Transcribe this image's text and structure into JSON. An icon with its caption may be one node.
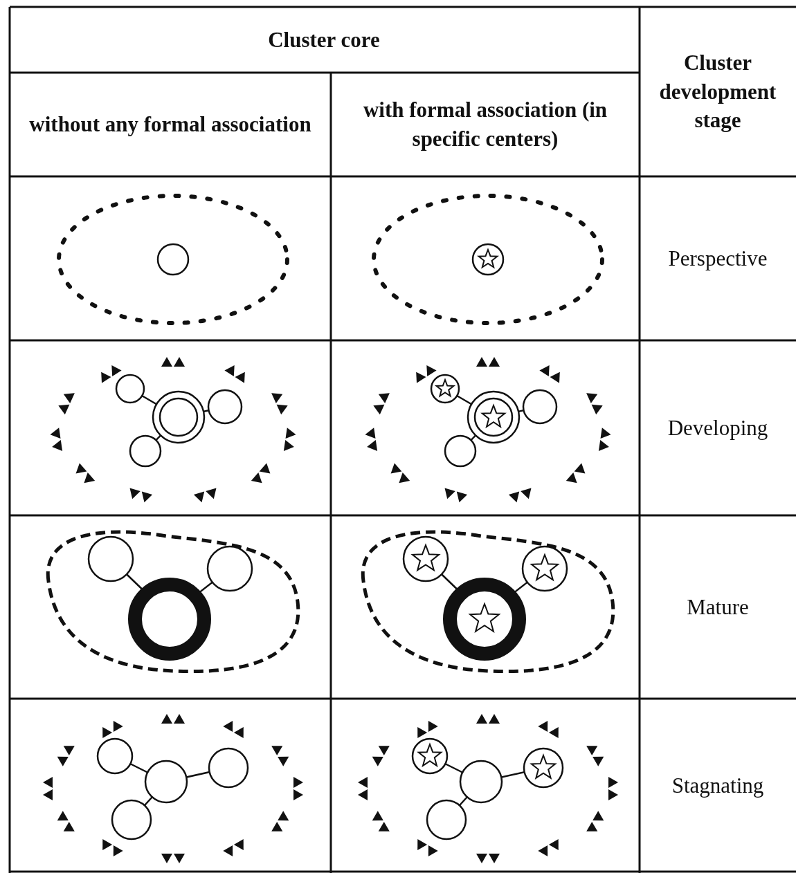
{
  "diagram": {
    "labels": [
      "Cluster core",
      "Cluster development stage",
      "without any formal association",
      "with formal association (in specific centers)",
      "Perspective",
      "Developing",
      "Mature",
      "Stagnating"
    ]
  }
}
